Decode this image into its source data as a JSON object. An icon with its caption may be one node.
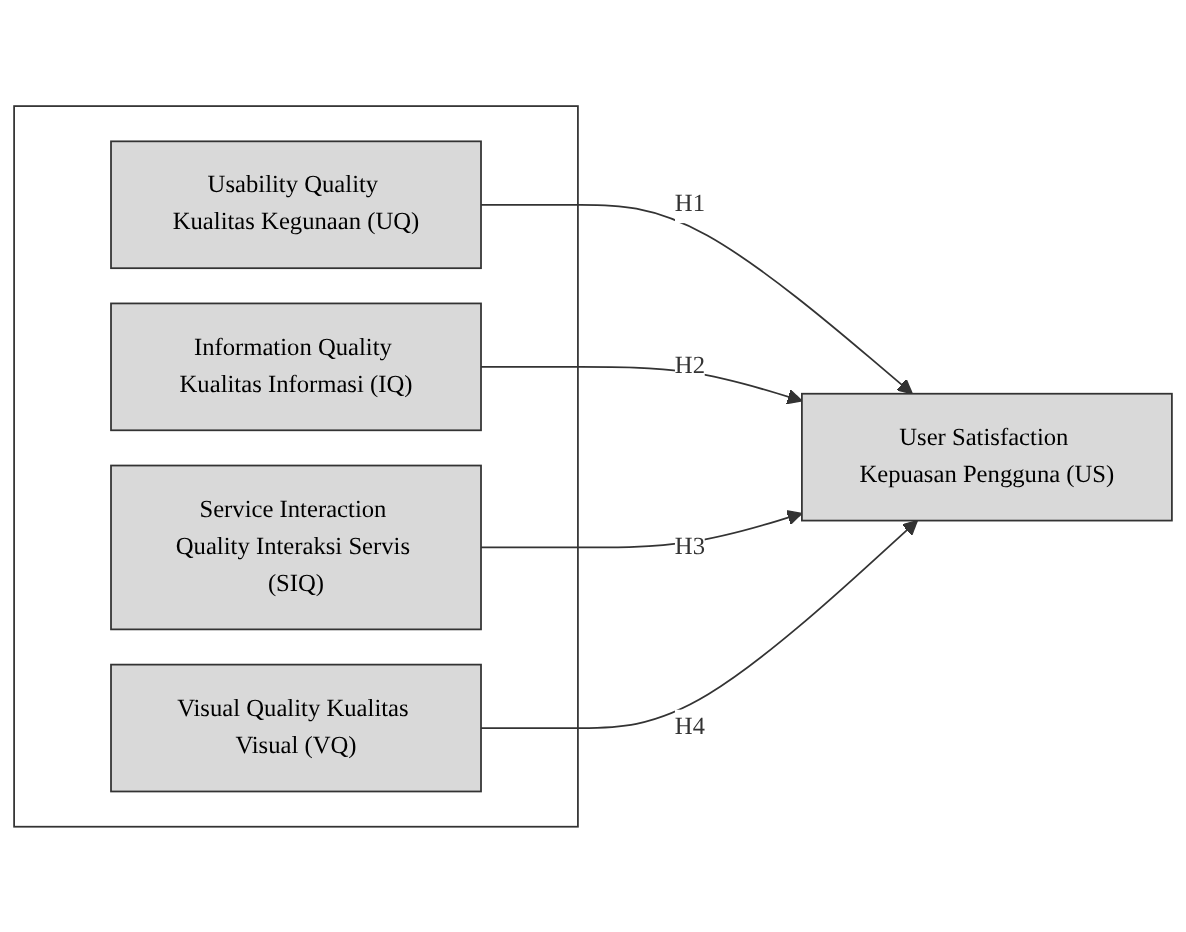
{
  "diagram": {
    "nodes": [
      {
        "text": [],
        "shape": "box"
      },
      {
        "text": [
          "Usability Quality Kualitas Kegunaan (UQ)"
        ],
        "in": 0
      },
      {
        "text": [
          "Information Quality Kualitas Informasi (IQ)"
        ],
        "in": 0
      },
      {
        "text": [
          "Service Interaction Quality Interaksi Servis (SIQ)"
        ],
        "in": 0
      },
      {
        "text": [
          "Visual Quality Kualitas Visual (VQ)"
        ],
        "in": 0
      },
      {
        "text": [
          "User Satisfaction Kepuasan Pengguna (US)"
        ]
      }
    ],
    "edges": [
      {
        "from": 1,
        "to": 5,
        "arrow": "to",
        "label": "H1"
      },
      {
        "from": 2,
        "to": 5,
        "arrow": "to",
        "label": "H2"
      },
      {
        "from": 3,
        "to": 5,
        "arrow": "to",
        "label": "H3"
      },
      {
        "from": 4,
        "to": 5,
        "arrow": "to",
        "label": "H4"
      }
    ]
  }
}
